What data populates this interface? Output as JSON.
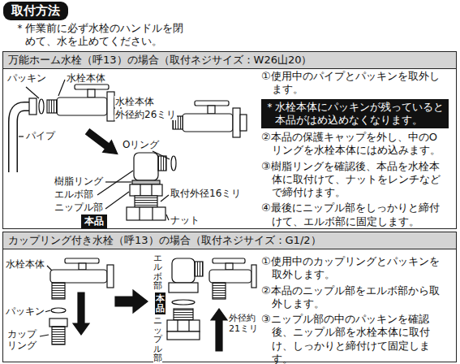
{
  "diagram": {
    "title": "取付方法",
    "nodes": [
      {
        "text": [
          "取付方法"
        ]
      },
      {
        "text": [
          "万能ホーム水栓（呼13）の場合（取付ネジサイズ：W26山20）"
        ]
      },
      {
        "text": [
          "＊水栓本体にパッキンが残っていると本品がはめ込めなくなります。"
        ],
        "in": 1
      },
      {
        "text": [
          "本品"
        ],
        "in": 1
      },
      {
        "text": [
          "カップリング付き水栓（呼13）の場合（取付ネジサイズ：G1/2）"
        ]
      },
      {
        "text": [
          "本品"
        ],
        "in": 4
      }
    ],
    "labels": [
      "＊作業前に必ず水栓のハンドルを閉めて、水を止めてください。",
      "パッキン",
      "水栓本体",
      "パイプ",
      "水栓本体",
      "外径約26ミリ",
      "Oリング",
      "樹脂リング",
      "エルボ部",
      "ニップル部",
      "取付外径16ミリ",
      "ナット",
      "①使用中のパイプとパッキンを取外します。",
      "②本品の保護キャップを外し、中のOリングを水栓本体にはめ込みます。",
      "③樹脂リングを確認後、本品を水栓本体に取付けて、ナットをレンチなどで締付けます。",
      "④最後にニップル部をしっかりと締付けて、エルボ部に固定します。",
      "水栓本体",
      "パッキン",
      "カップリング",
      "エルボ部",
      "ニップル部",
      "外径約21ミリ",
      "①使用中のカップリングとパッキンを取外します。",
      "②本品のニップル部をエルボ部から取外します。",
      "③ニップル部の中のパッキンを確認後、ニップル部を水栓本体に取付け、しっかりと締付けて固定します。"
    ]
  }
}
